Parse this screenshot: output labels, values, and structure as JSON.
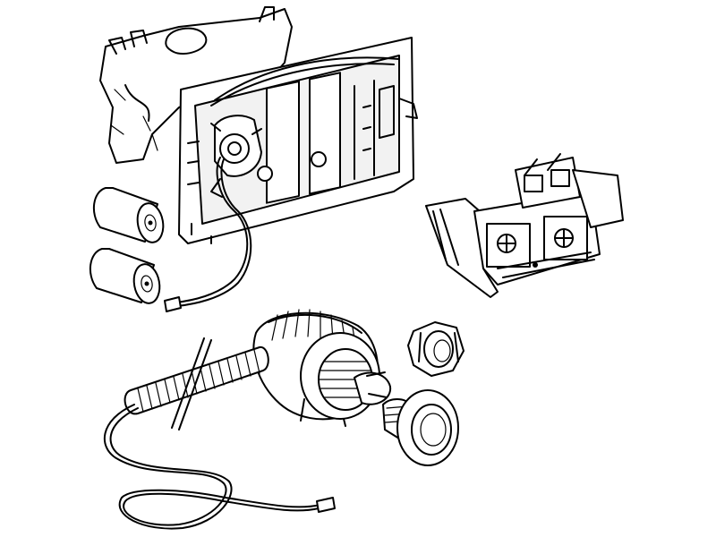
{
  "diagram": {
    "kind": "exploded-parts-illustration",
    "style": "black line art on white",
    "components": [
      {
        "id": "mounting-frame",
        "icon": "frame-icon"
      },
      {
        "id": "battery-1",
        "icon": "battery-icon"
      },
      {
        "id": "battery-2",
        "icon": "battery-icon"
      },
      {
        "id": "junction-box",
        "icon": "connector-box-icon"
      },
      {
        "id": "actuator-housing",
        "icon": "actuator-icon"
      },
      {
        "id": "coiled-cable",
        "icon": "cable-icon"
      },
      {
        "id": "mounting-nut",
        "icon": "nut-icon"
      },
      {
        "id": "push-button",
        "icon": "button-icon"
      }
    ],
    "colors": {
      "line": "#000000",
      "background": "#ffffff",
      "fill": "#ffffff"
    }
  }
}
